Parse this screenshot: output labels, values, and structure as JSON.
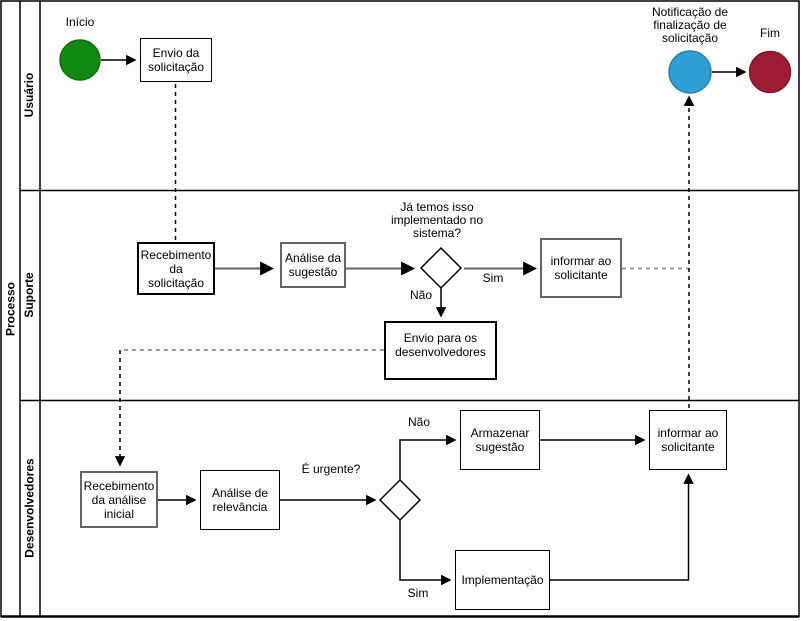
{
  "diagram": {
    "pool_label": "Processo",
    "lanes": [
      {
        "label": "Usuário"
      },
      {
        "label": "Suporte"
      },
      {
        "label": "Desenvolvedores"
      }
    ]
  },
  "events": {
    "start_label": "Início",
    "notification_label": "Notificação de finalização de solicitação",
    "end_label": "Fim"
  },
  "tasks": {
    "envio_solicitacao": "Envio da solicitação",
    "recebimento_solicitacao": "Recebimento da solicitação",
    "analise_sugestao": "Análise da sugestão",
    "informar_solicitante_suporte": "informar ao solicitante",
    "envio_desenvolvedores": "Envio para os desenvolvedores",
    "recebimento_analise_inicial": "Recebimento da análise inicial",
    "analise_relevancia": "Análise de relevância",
    "armazenar_sugestao": "Armazenar sugestão",
    "informar_solicitante_dev": "informar ao solicitante",
    "implementacao": "Implementação"
  },
  "gateways": {
    "ja_implementado": "Já temos isso implementado no sistema?",
    "e_urgente": "É urgente?"
  },
  "edge_labels": {
    "sim_suporte": "Sim",
    "nao_suporte": "Não",
    "nao_dev": "Não",
    "sim_dev": "Sim"
  },
  "colors": {
    "start_fill": "#118a11",
    "start_stroke": "#0c700c",
    "notification_fill": "#2f9fd6",
    "notification_stroke": "#1f82b5",
    "end_fill": "#9e1b32",
    "end_stroke": "#821527"
  }
}
